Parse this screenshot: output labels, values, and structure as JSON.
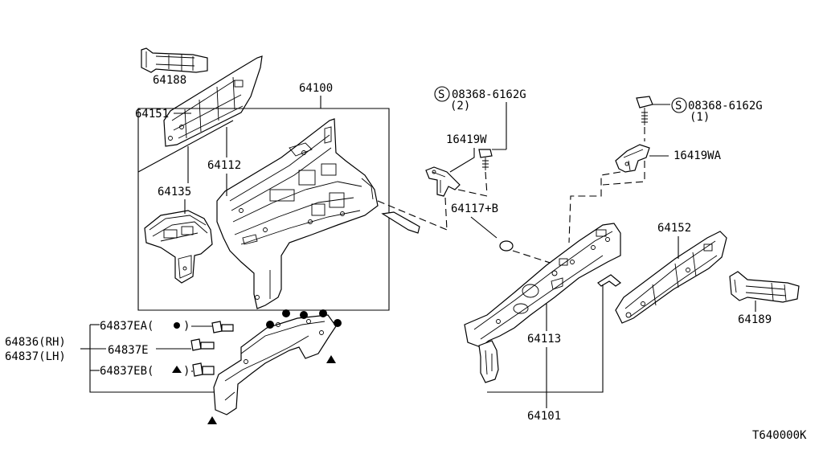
{
  "labels": {
    "p64188": "64188",
    "p64151": "64151",
    "p64100": "64100",
    "p64112": "64112",
    "p64135": "64135",
    "screw_right": "08368-6162G",
    "screw_right_qty": "(2)",
    "p16419w": "16419W",
    "p64117b": "64117+B",
    "screw_left": "08368-6162G",
    "screw_left_qty": "(1)",
    "p16419wa": "16419WA",
    "p64152": "64152",
    "p64189": "64189",
    "p64113": "64113",
    "p64101": "64101",
    "p64836": "64836(RH)",
    "p64837": "64837(LH)",
    "p64837ea": "64837EA(",
    "p64837ea_close": ")",
    "p64837e": "64837E",
    "p64837eb": "64837EB(",
    "p64837eb_close": ")",
    "s_symbol": "S",
    "diagram_code": "T640000K"
  }
}
